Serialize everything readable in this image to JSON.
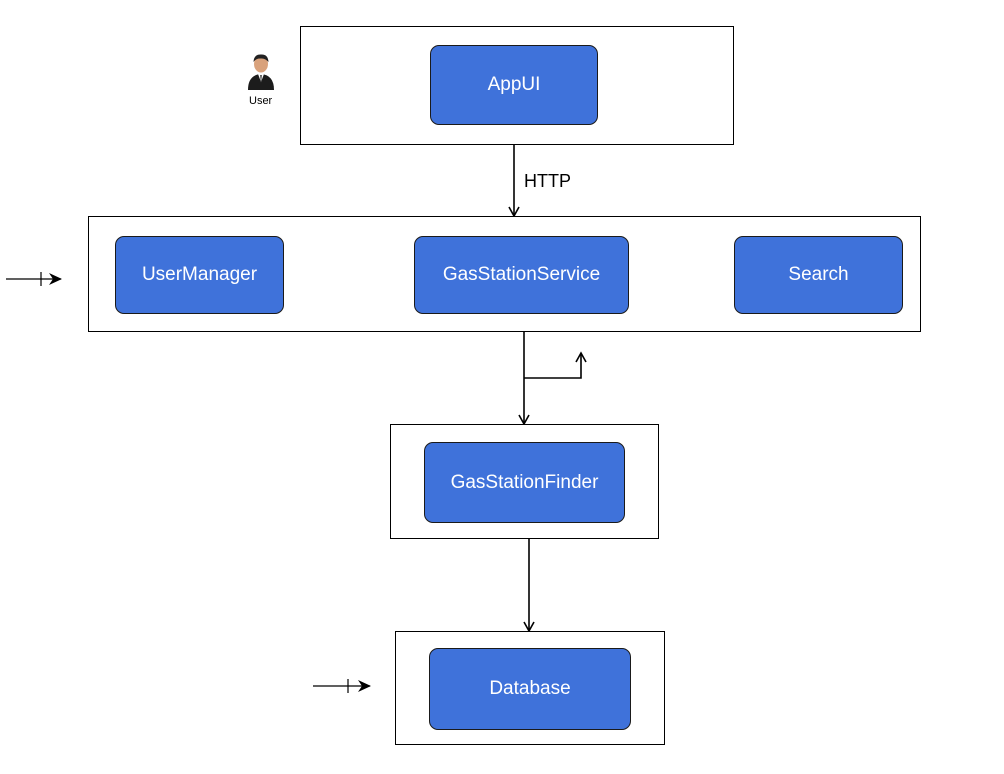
{
  "diagram": {
    "actor": {
      "label": "User",
      "icon": "user-icon"
    },
    "tiers": {
      "presentation": {
        "components": [
          {
            "key": "appui",
            "label": "AppUI"
          }
        ]
      },
      "service": {
        "components": [
          {
            "key": "user-manager",
            "label": "UserManager"
          },
          {
            "key": "gas-station-service",
            "label": "GasStationService"
          },
          {
            "key": "search",
            "label": "Search"
          }
        ]
      },
      "finder": {
        "components": [
          {
            "key": "gas-station-finder",
            "label": "GasStationFinder"
          }
        ]
      },
      "data": {
        "components": [
          {
            "key": "database",
            "label": "Database"
          }
        ]
      }
    },
    "connections": [
      {
        "from": "AppUI",
        "to": "GasStationService",
        "label": "HTTP"
      },
      {
        "from": "GasStationService",
        "to": "GasStationFinder",
        "label": ""
      },
      {
        "from": "GasStationFinder",
        "to": "Database",
        "label": ""
      }
    ],
    "colors": {
      "component_fill": "#3f72da",
      "component_text": "#ffffff",
      "container_border": "#000000",
      "connector": "#000000"
    }
  }
}
